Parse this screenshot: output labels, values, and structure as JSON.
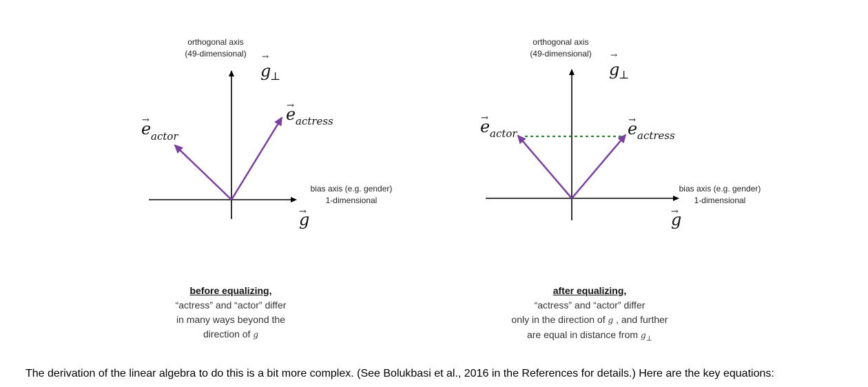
{
  "colors": {
    "vector": "#7b3fa0",
    "dotted": "#1f7a2e",
    "axis": "#000000"
  },
  "panels": [
    {
      "orth_axis_line1": "orthogonal axis",
      "orth_axis_line2": "(49-dimensional)",
      "g_perp_base": "g",
      "g_perp_sub": "⊥",
      "bias_axis_line1": "bias axis (e.g. gender)",
      "bias_axis_line2": "1-dimensional",
      "g_base": "g",
      "e_actor_base": "e",
      "e_actor_sub": "actor",
      "e_actress_base": "e",
      "e_actress_sub": "actress",
      "caption_head": "before equalizing,",
      "caption_l2": "“actress” and “actor” differ",
      "caption_l3": "in many ways beyond the",
      "caption_l4": "direction of",
      "caption_l4_sym": "g"
    },
    {
      "orth_axis_line1": "orthogonal axis",
      "orth_axis_line2": "(49-dimensional)",
      "g_perp_base": "g",
      "g_perp_sub": "⊥",
      "bias_axis_line1": "bias axis (e.g. gender)",
      "bias_axis_line2": "1-dimensional",
      "g_base": "g",
      "e_actor_base": "e",
      "e_actor_sub": "actor",
      "e_actress_base": "e",
      "e_actress_sub": "actress",
      "caption_head": "after equalizing,",
      "caption_l2": "“actress” and “actor” differ",
      "caption_l3a": "only in the direction of",
      "caption_l3_sym": "g",
      "caption_l3b": ", and further",
      "caption_l4": "are equal in distance from",
      "caption_l4_sym": "g",
      "caption_l4_sub": "⊥"
    }
  ],
  "footer": "The derivation of the linear algebra to do this is a bit more complex. (See Bolukbasi et al., 2016 in the References for details.) Here are the key equations:"
}
